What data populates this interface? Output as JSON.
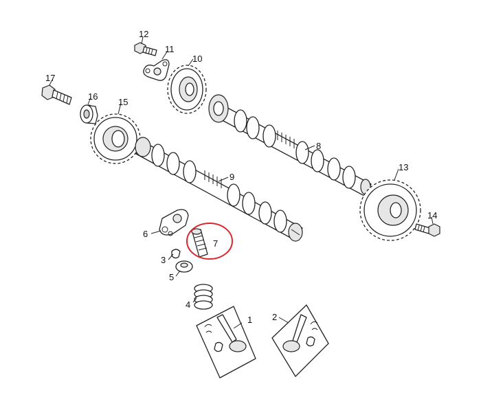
{
  "labels": {
    "p1": "1",
    "p2": "2",
    "p3": "3",
    "p4": "4",
    "p5": "5",
    "p6": "6",
    "p7": "7",
    "p8": "8",
    "p9": "9",
    "p10": "10",
    "p11": "11",
    "p12": "12",
    "p13": "13",
    "p14": "14",
    "p15": "15",
    "p16": "16",
    "p17": "17"
  },
  "highlight": {
    "part": "7",
    "color": "#d9262c"
  }
}
